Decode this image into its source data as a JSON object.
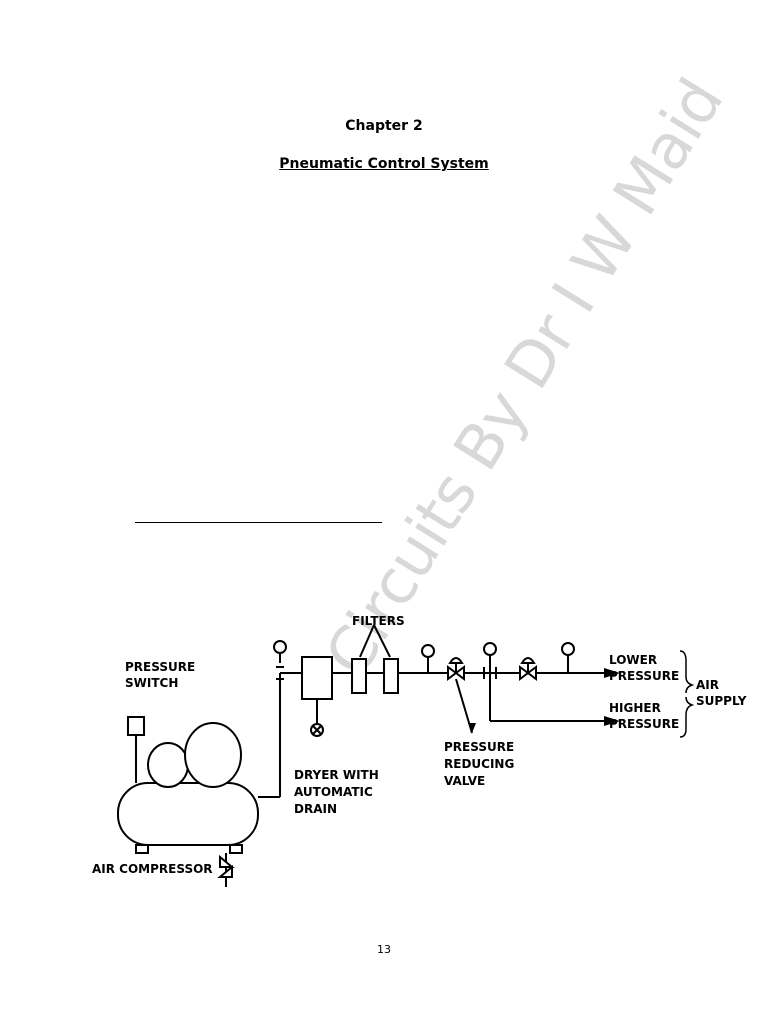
{
  "heading": {
    "chapter": "Chapter 2",
    "title": "Pneumatic Control System"
  },
  "watermark": "Circuits By Dr I W Maid",
  "diagram": {
    "labels": {
      "filters": "FILTERS",
      "pressure_switch_1": "PRESSURE",
      "pressure_switch_2": "SWITCH",
      "dryer_1": "DRYER WITH",
      "dryer_2": "AUTOMATIC",
      "dryer_3": "DRAIN",
      "prv_1": "PRESSURE",
      "prv_2": "REDUCING",
      "prv_3": "VALVE",
      "lower_1": "LOWER",
      "lower_2": "PRESSURE",
      "higher_1": "HIGHER",
      "higher_2": "PRESSURE",
      "air_1": "AIR",
      "air_2": "SUPPLY",
      "compressor": "AIR COMPRESSOR"
    }
  },
  "footer": {
    "page_number": "13"
  }
}
